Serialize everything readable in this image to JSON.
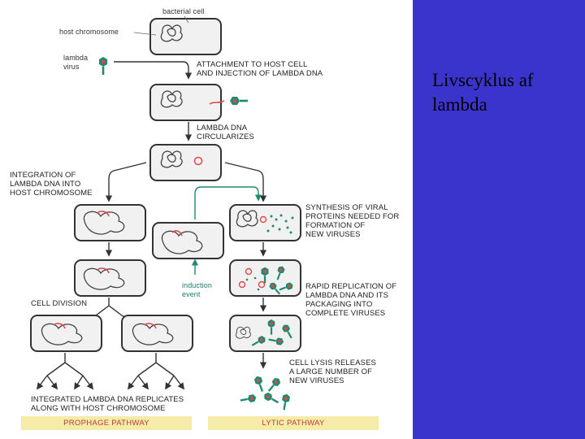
{
  "slide": {
    "title": "Livscyklus af lambda",
    "panel_color": "#3a33cc"
  },
  "diagram": {
    "labels": {
      "bacterial_cell": "bacterial cell",
      "host_chromosome": "host chromosome",
      "lambda_virus": "lambda\nvirus",
      "attachment": "ATTACHMENT TO HOST CELL\nAND INJECTION OF LAMBDA DNA",
      "circularizes": "LAMBDA DNA\nCIRCULARIZES",
      "integration": "INTEGRATION OF\nLAMBDA DNA INTO\nHOST CHROMOSOME",
      "synthesis": "SYNTHESIS OF VIRAL\nPROTEINS NEEDED FOR\nFORMATION OF\nNEW VIRUSES",
      "induction": "induction\nevent",
      "cell_division": "CELL DIVISION",
      "rapid_replication": "RAPID REPLICATION OF\nLAMBDA DNA AND ITS\nPACKAGING INTO\nCOMPLETE VIRUSES",
      "lysis": "CELL LYSIS RELEASES\nA LARGE NUMBER OF\nNEW VIRUSES",
      "integrated_replicates": "INTEGRATED LAMBDA DNA REPLICATES\nALONG WITH HOST CHROMOSOME"
    },
    "pathways": {
      "prophage": "PROPHAGE PATHWAY",
      "lytic": "LYTIC PATHWAY"
    },
    "colors": {
      "cell_fill": "#f1f1f1",
      "cell_stroke": "#333333",
      "lambda_dna": "#e04848",
      "virus_teal": "#1f8a70",
      "pathway_band": "#f6ecaa",
      "pathway_text": "#c0392b"
    },
    "icons": [
      "bacterial-cell-icon",
      "host-chromosome-icon",
      "lambda-virus-icon",
      "arrow-icon"
    ]
  }
}
